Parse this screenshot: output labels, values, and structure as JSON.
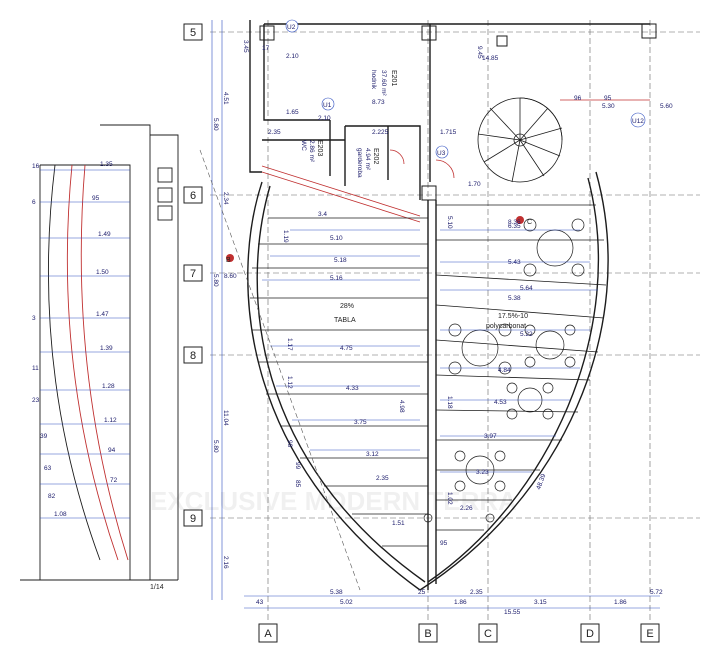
{
  "grid": {
    "rows": [
      "5",
      "6",
      "7",
      "8",
      "9"
    ],
    "columns": [
      "A",
      "B",
      "C",
      "D",
      "E"
    ]
  },
  "rooms": {
    "e201": {
      "code": "E201",
      "area": "37.60 m²",
      "use": "hodnik"
    },
    "e202": {
      "code": "E202",
      "area": "4.94 m²",
      "use": "garderoba"
    },
    "e203": {
      "code": "E203",
      "area": "2.86 m²",
      "use": "WC"
    }
  },
  "markers": {
    "b": "B",
    "c": "C",
    "u1": "U1",
    "u2": "U2",
    "u3": "U3",
    "u12": "U12"
  },
  "texts": {
    "ramp_percent": "28%",
    "ramp_material": "TABLA",
    "roof_slope": "17.5%-10",
    "roof_material": "polycarbonat",
    "section_ref": "1/14",
    "watermark": "EXCLUSIVE MODERN TERRA"
  },
  "dims": {
    "top_row": [
      "2.10",
      "8.73",
      "1.65",
      "2.10",
      "1.715",
      "2.35",
      "2.225",
      "14.85",
      "5.30",
      "5.60",
      "1.70",
      "6.35",
      "96",
      "95",
      "17"
    ],
    "left_chain": [
      "4.51",
      "5.80",
      "2.34",
      "5.80",
      "11.04",
      "5.80",
      "2.16"
    ],
    "left_sizes": [
      "9.45",
      "3.45"
    ],
    "chords_left": [
      "3.4",
      "5.10",
      "5.18",
      "5.16",
      "4.75",
      "4.33",
      "3.75",
      "3.12",
      "2.35",
      "1.51",
      "95"
    ],
    "chords_right": [
      "8.36",
      "5.43",
      "5.64",
      "5.38",
      "5.22",
      "4.84",
      "4.53",
      "3.97",
      "3.23",
      "2.26"
    ],
    "bottom_row": [
      "5.38",
      "5.02",
      "1.86",
      "3.15",
      "1.86",
      "5.72",
      "2.35",
      "15.55",
      "43",
      "25"
    ],
    "side_arc": [
      "1.35",
      "95",
      "1.49",
      "1.50",
      "1.47",
      "1.39",
      "1.28",
      "1.12",
      "94",
      "72",
      "1.08",
      "16",
      "6",
      "3",
      "11",
      "23",
      "39",
      "63",
      "82"
    ],
    "misc": [
      "8.60",
      "1.19",
      "1.17",
      "1.12",
      "98",
      "99",
      "85",
      "1.18",
      "4.98",
      "48.39",
      "5.10",
      "1.02"
    ]
  },
  "colors": {
    "line": "#1c1c1c",
    "dim_line": "#3050c0",
    "red_line": "#c03030",
    "grid_dash": "#555555",
    "bubble_fill": "#ffffff"
  }
}
